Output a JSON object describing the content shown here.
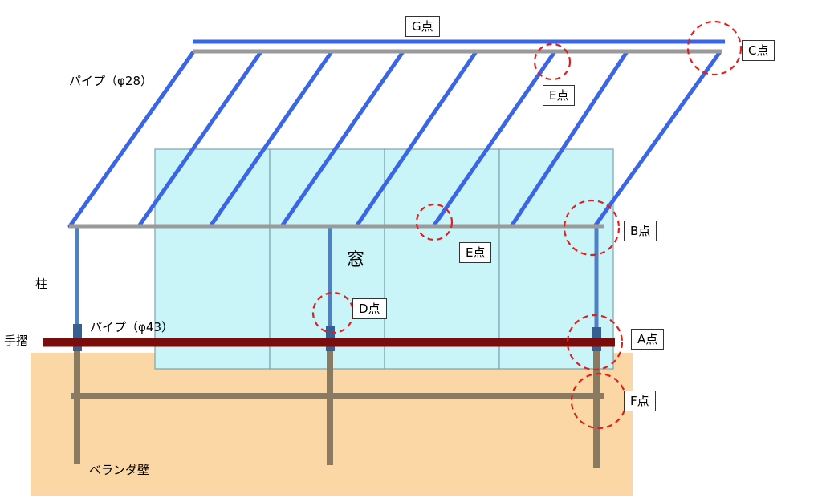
{
  "colors": {
    "background": "#ffffff",
    "veranda_wall": "#fbd7a6",
    "window_glass": "#c9f5f8",
    "window_frame": "#7aa3b0",
    "roof_pipe": "#3a66e6",
    "frame_rail": "#9a9a9a",
    "post": "#4f80c0",
    "post_joint": "#385f92",
    "handrail": "#7b0c0c",
    "wall_post": "#8a7a62",
    "marker": "#e02020"
  },
  "labels": {
    "point_g": "G点",
    "point_c": "C点",
    "point_e_top": "E点",
    "point_b": "B点",
    "point_e_mid": "E点",
    "point_d": "D点",
    "point_a": "A点",
    "point_f": "F点",
    "pipe_28": "パイプ（φ28）",
    "pipe_43": "パイプ（φ43）",
    "pillar": "柱",
    "handrail": "手摺",
    "window": "窓",
    "veranda_wall": "ベランダ壁"
  }
}
